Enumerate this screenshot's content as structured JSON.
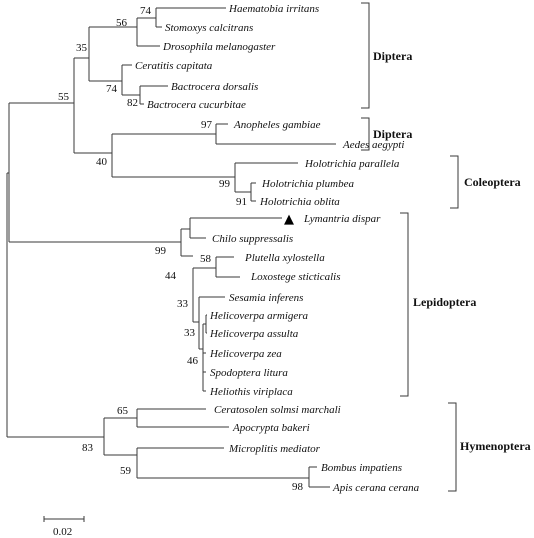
{
  "taxa": [
    "Haematobia irritans",
    "Stomoxys calcitrans",
    "Drosophila melanogaster",
    "Ceratitis capitata",
    "Bactrocera dorsalis",
    "Bactrocera cucurbitae",
    "Anopheles gambiae",
    "Aedes aegypti",
    "Holotrichia parallela",
    "Holotrichia plumbea",
    "Holotrichia oblita",
    "Lymantria dispar",
    "Chilo suppressalis",
    "Plutella xylostella",
    "Loxostege sticticalis",
    "Sesamia inferens",
    "Helicoverpa armigera",
    "Helicoverpa assulta",
    "Helicoverpa zea",
    "Spodoptera litura",
    "Heliothis viriplaca",
    "Ceratosolen solmsi marchali",
    "Apocrypta bakeri",
    "Microplitis mediator",
    "Bombus impatiens",
    "Apis cerana cerana"
  ],
  "bootstrap": [
    "74",
    "56",
    "35",
    "74",
    "82",
    "55",
    "97",
    "40",
    "99",
    "91",
    "99",
    "44",
    "58",
    "33",
    "33",
    "46",
    "65",
    "83",
    "59",
    "98"
  ],
  "groups": [
    "Diptera",
    "Diptera",
    "Coleoptera",
    "Lepidoptera",
    "Hymenoptera"
  ],
  "marker": {
    "taxon": "Lymantria dispar",
    "symbol": "▲"
  },
  "scale_bar": {
    "label": "0.02"
  }
}
